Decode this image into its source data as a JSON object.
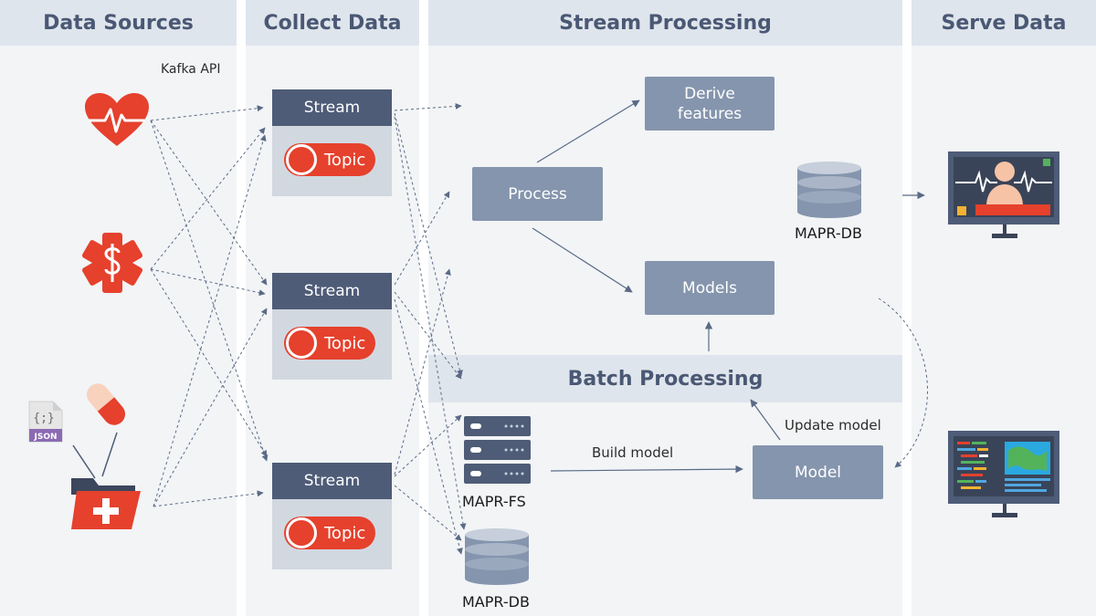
{
  "columns": {
    "data_sources": "Data Sources",
    "collect_data": "Collect Data",
    "stream_processing": "Stream Processing",
    "serve_data": "Serve Data"
  },
  "batch_title": "Batch Processing",
  "kafka_label": "Kafka API",
  "streams": [
    {
      "header": "Stream",
      "topic": "Topic"
    },
    {
      "header": "Stream",
      "topic": "Topic"
    },
    {
      "header": "Stream",
      "topic": "Topic"
    }
  ],
  "process": {
    "derive": "Derive\nfeatures",
    "process": "Process",
    "models": "Models",
    "model": "Model"
  },
  "stores": {
    "mapr_db_stream": "MAPR-DB",
    "mapr_fs": "MAPR-FS",
    "mapr_db_batch": "MAPR-DB"
  },
  "edges": {
    "build_model": "Build model",
    "update_model": "Update model"
  },
  "json_badge": "JSON",
  "json_glyph": "{;}",
  "icons": {
    "source_1": "heart-pulse-icon",
    "source_2": "medical-star-icon",
    "source_3": "medical-folder-icon"
  },
  "colors": {
    "accent_red": "#e5412d",
    "navy": "#4e5c77",
    "process_box": "#8595ad"
  }
}
